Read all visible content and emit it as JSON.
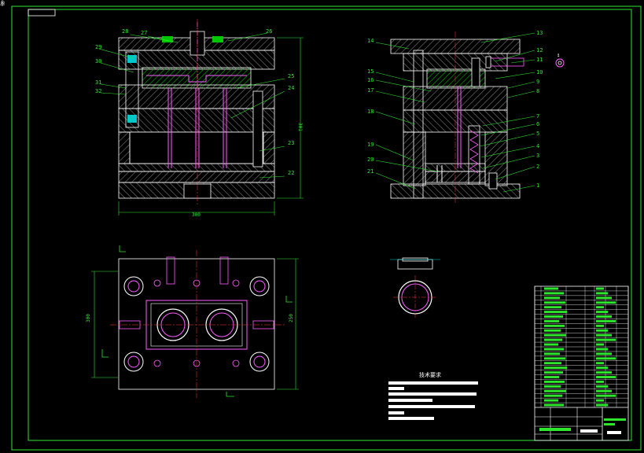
{
  "drawing": {
    "frame_color": "#2ee62e",
    "line_color": "#ffffff",
    "accent_color": "#ff00ff",
    "hatch_color": "#8a8a8a",
    "highlight_color": "#00ff00",
    "top_right_mark": "↥"
  },
  "front_view": {
    "part_numbers_left": [
      "28",
      "27",
      "29",
      "30",
      "31",
      "32"
    ],
    "part_numbers_right": [
      "26",
      "25",
      "24",
      "23",
      "22"
    ],
    "dim_width": "300",
    "dim_height": "301"
  },
  "side_view": {
    "part_numbers_left": [
      "14",
      "15",
      "16",
      "17",
      "18",
      "19",
      "20",
      "21"
    ],
    "part_numbers_right": [
      "13",
      "12",
      "11",
      "10",
      "9",
      "8",
      "7",
      "6",
      "5",
      "4",
      "3",
      "2",
      "1"
    ]
  },
  "plan_view": {
    "dim_left": "300",
    "dim_right": "250"
  },
  "notes": {
    "title": "技术要求"
  }
}
